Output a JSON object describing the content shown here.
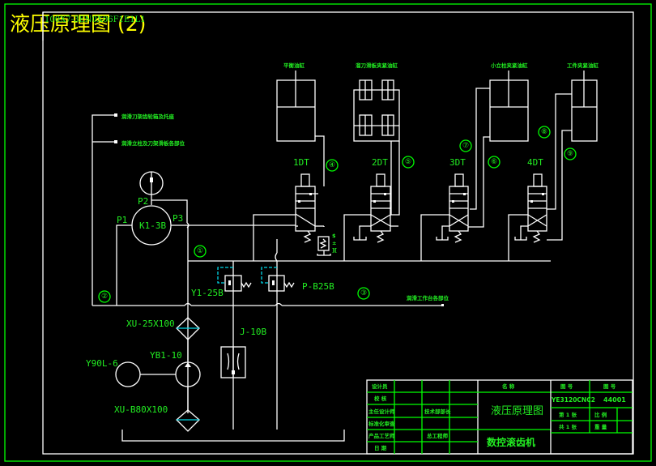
{
  "drawing": {
    "title": "液压原理图 (2)",
    "overlay_text": "100X7-3EN0X06F1E1L1",
    "colors": {
      "background": "#000000",
      "frame_outer": "#00ff00",
      "lines": "#ffffff",
      "labels": "#22ee22",
      "title": "#ffff00",
      "pilot_lines": "#00d8e8"
    }
  },
  "cylinders": [
    {
      "label": "平衡油缸"
    },
    {
      "label": "溜刀滑板夹紧油缸"
    },
    {
      "label": "小立柱夹紧油缸"
    },
    {
      "label": "工件夹紧油缸"
    }
  ],
  "valves": [
    {
      "label": "1DT"
    },
    {
      "label": "2DT"
    },
    {
      "label": "3DT"
    },
    {
      "label": "4DT"
    }
  ],
  "line_numbers": [
    "①",
    "②",
    "③",
    "④",
    "⑤",
    "⑥",
    "⑦",
    "⑧",
    "⑨"
  ],
  "lubrication_outlets": [
    {
      "label": "润滑刀架齿轮箱及托座"
    },
    {
      "label": "润滑立柱及刀架滑板各部位"
    },
    {
      "label": "润滑工作台各部位"
    }
  ],
  "components": {
    "gauge_switch": "K1-3B",
    "port_p1": "P1",
    "port_p2": "P2",
    "port_p3": "P3",
    "relief_valve": "Y1-25B",
    "pressure_valve": "P-B25B",
    "throttle_valve": "J-10B",
    "pressure_filter": "XU-25X100",
    "pump": "YB1-10",
    "motor": "Y90L-6",
    "suction_filter": "XU-B80X100",
    "pressure_switch_marks": [
      "$",
      "±",
      "]["
    ]
  },
  "title_block": {
    "left_rows": [
      {
        "label": "设计员",
        "value": ""
      },
      {
        "label": "校 核",
        "value": ""
      },
      {
        "label": "主任设计师",
        "value": "技术部部长"
      },
      {
        "label": "标准化审查",
        "value": ""
      },
      {
        "label": "产品工艺师",
        "value": "总工程师"
      },
      {
        "label": "日 期",
        "value": ""
      }
    ],
    "name_header": "名 称",
    "drawing_name": "液压原理图",
    "machine_name": "数控滚齿机",
    "code_header": "图 号",
    "code_value": "YE3120CNC2",
    "number_header": "图 号",
    "number_value": "44001",
    "sheet": "第 1 张",
    "total": "共 1 张",
    "scale_label": "比 例",
    "weight_label": "重 量"
  }
}
